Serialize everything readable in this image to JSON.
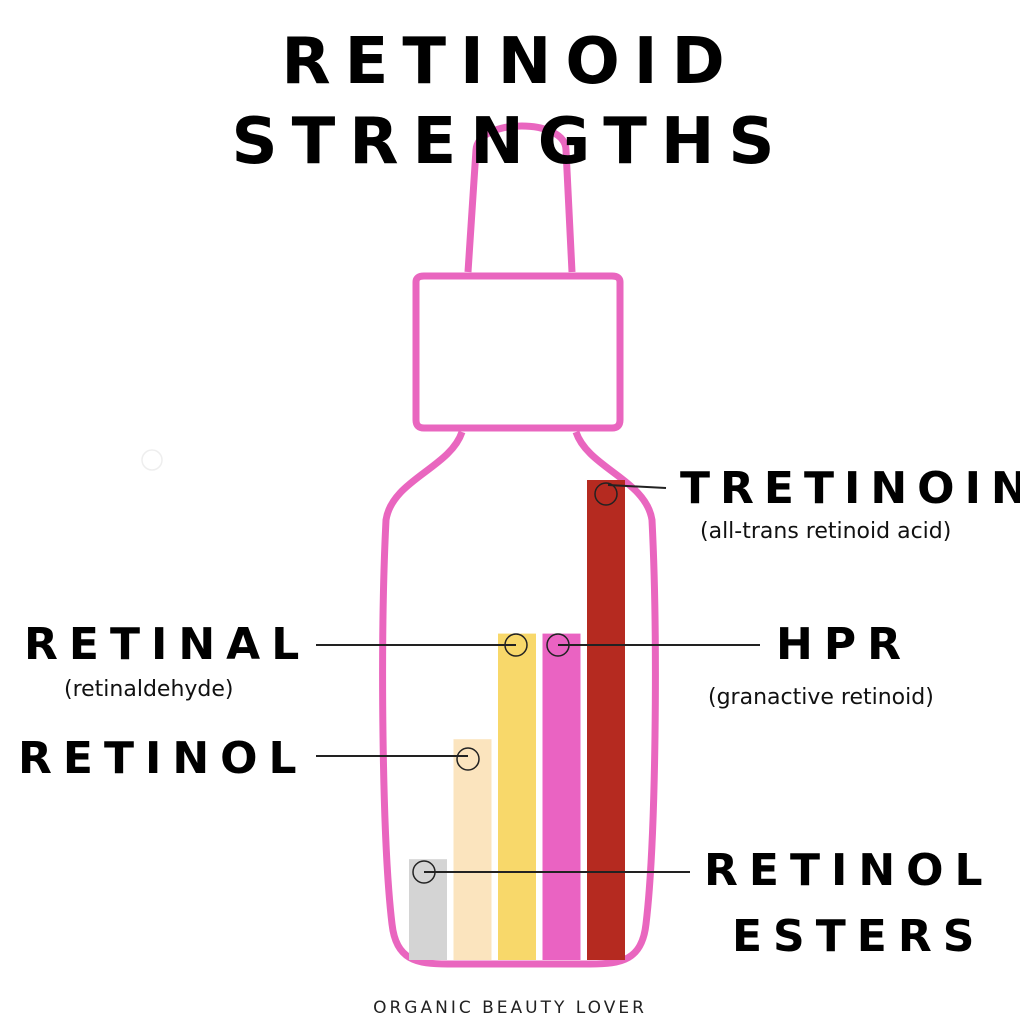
{
  "title": "RETINOID STRENGTHS",
  "footer": "ORGANIC BEAUTY LOVER",
  "colors": {
    "bottle_outline": "#E966BF",
    "retinol_esters": "#D4D4D4",
    "retinol": "#FBE4BE",
    "retinal": "#F8D86A",
    "hpr": "#EA63C2",
    "tretinoin": "#B52A20",
    "connector": "#222222"
  },
  "labels": {
    "tretinoin": "TRETINOIN",
    "tretinoin_sub": "(all-trans retinoid acid)",
    "retinal": "RETINAL",
    "retinal_sub": "(retinaldehyde)",
    "hpr": "HPR",
    "hpr_sub": "(granactive retinoid)",
    "retinol": "RETINOL",
    "retinol_esters_line1": "RETINOL",
    "retinol_esters_line2": "ESTERS"
  },
  "chart_data": {
    "type": "bar",
    "title": "RETINOID STRENGTHS",
    "categories": [
      "RETINOL ESTERS",
      "RETINOL",
      "RETINAL",
      "HPR",
      "TRETINOIN"
    ],
    "values": [
      21,
      46,
      68,
      68,
      100
    ],
    "ylim": [
      0,
      100
    ],
    "xlabel": "",
    "ylabel": "",
    "grid": false,
    "legend": "none",
    "bar_colors": [
      "#D4D4D4",
      "#FBE4BE",
      "#F8D86A",
      "#EA63C2",
      "#B52A20"
    ]
  }
}
